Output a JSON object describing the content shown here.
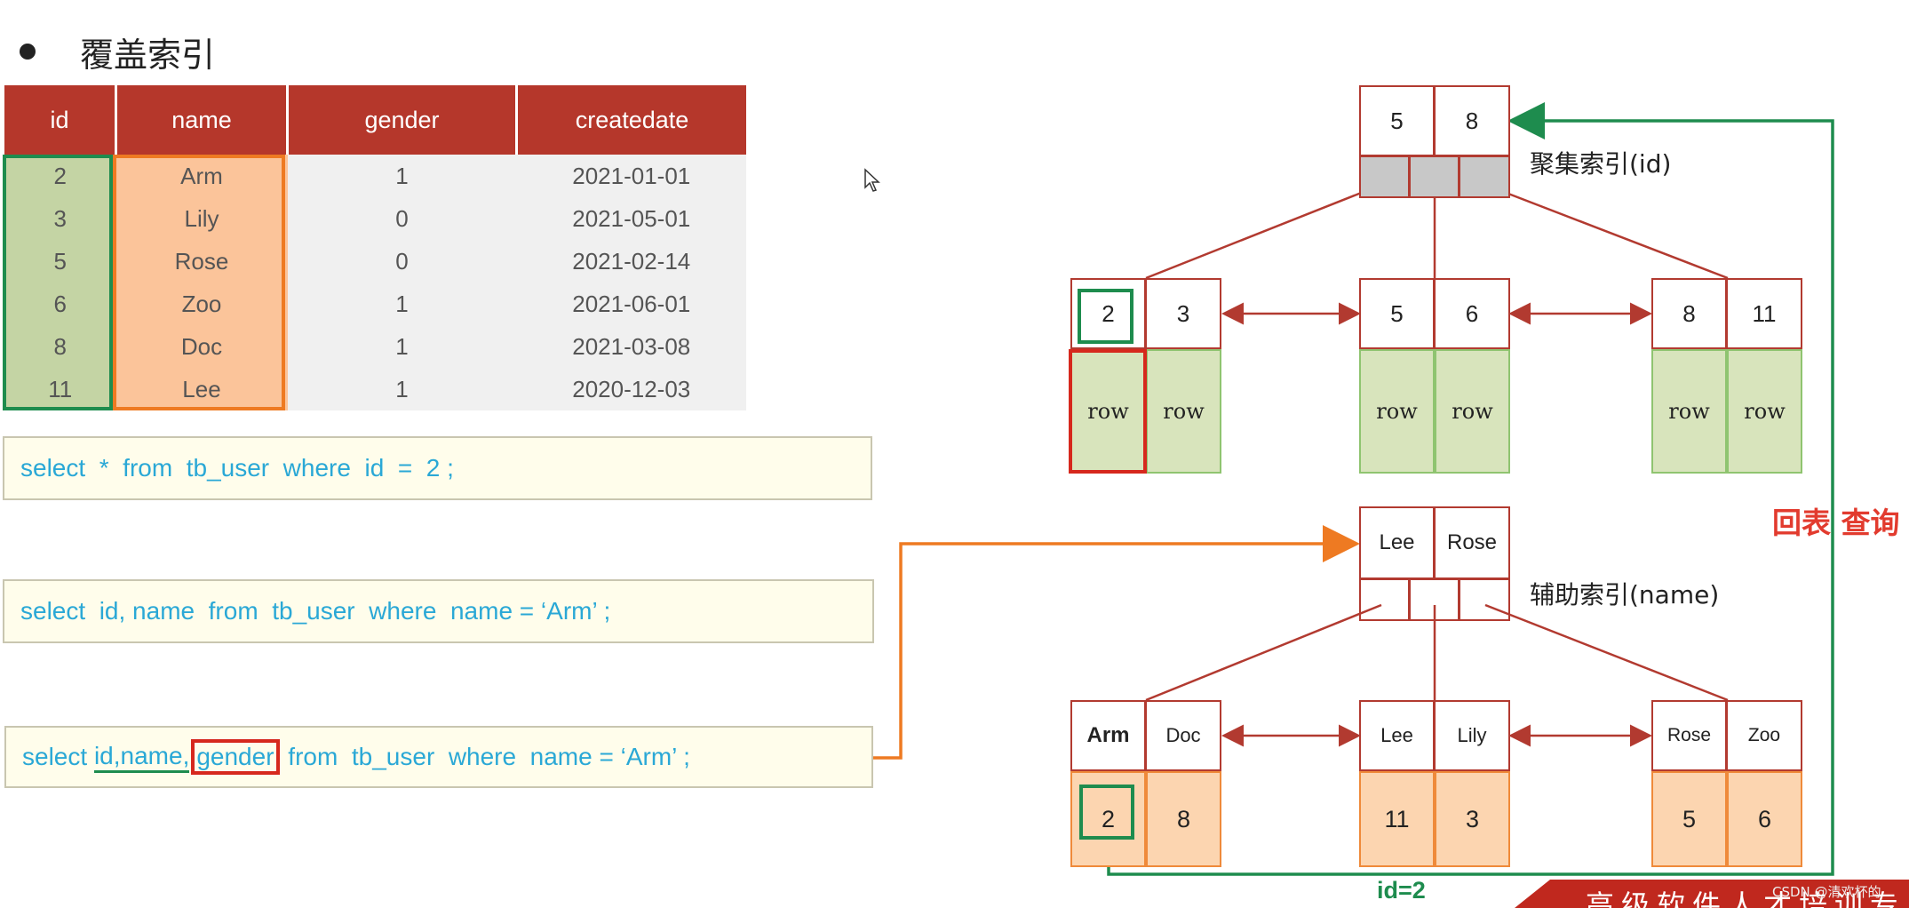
{
  "title": "覆盖索引",
  "table": {
    "headers": [
      "id",
      "name",
      "gender",
      "createdate"
    ],
    "rows": [
      [
        "2",
        "Arm",
        "1",
        "2021-01-01"
      ],
      [
        "3",
        "Lily",
        "0",
        "2021-05-01"
      ],
      [
        "5",
        "Rose",
        "0",
        "2021-02-14"
      ],
      [
        "6",
        "Zoo",
        "1",
        "2021-06-01"
      ],
      [
        "8",
        "Doc",
        "1",
        "2021-03-08"
      ],
      [
        "11",
        "Lee",
        "1",
        "2020-12-03"
      ]
    ]
  },
  "sql": {
    "q1": "select  *  from  tb_user  where  id  =  2 ;",
    "q2": "select  id, name  from  tb_user  where  name = ‘Arm’ ;",
    "q3": {
      "prefix": "select ",
      "id_name": "id,name",
      "comma": ",",
      "gender": "gender",
      "suffix": " from  tb_user  where  name = ‘Arm’ ;"
    }
  },
  "clustered": {
    "label": "聚集索引(id)",
    "root": [
      "5",
      "8"
    ],
    "leaves": [
      {
        "keys": [
          "2",
          "3"
        ],
        "rows": [
          "row",
          "row"
        ]
      },
      {
        "keys": [
          "5",
          "6"
        ],
        "rows": [
          "row",
          "row"
        ]
      },
      {
        "keys": [
          "8",
          "11"
        ],
        "rows": [
          "row",
          "row"
        ]
      }
    ]
  },
  "secondary": {
    "label": "辅助索引(name)",
    "root": [
      "Lee",
      "Rose"
    ],
    "leaves": [
      {
        "keys": [
          "Arm",
          "Doc"
        ],
        "ids": [
          "2",
          "8"
        ]
      },
      {
        "keys": [
          "Lee",
          "Lily"
        ],
        "ids": [
          "11",
          "3"
        ]
      },
      {
        "keys": [
          "Rose",
          "Zoo"
        ],
        "ids": [
          "5",
          "6"
        ]
      }
    ]
  },
  "annotations": {
    "lookup": "回表 查询",
    "id_eq": "id=2"
  },
  "banner": "高级软件人才培训专",
  "watermark": "CSDN @清欢杯的",
  "colors": {
    "header_red": "#b5372b",
    "node_border": "#b23a30",
    "green": "#1e8c4e",
    "orange": "#ee7a22",
    "sql_text": "#2aa8d6",
    "leaf_green": "#d8e4bc",
    "leaf_orange": "#fcd5b0"
  }
}
